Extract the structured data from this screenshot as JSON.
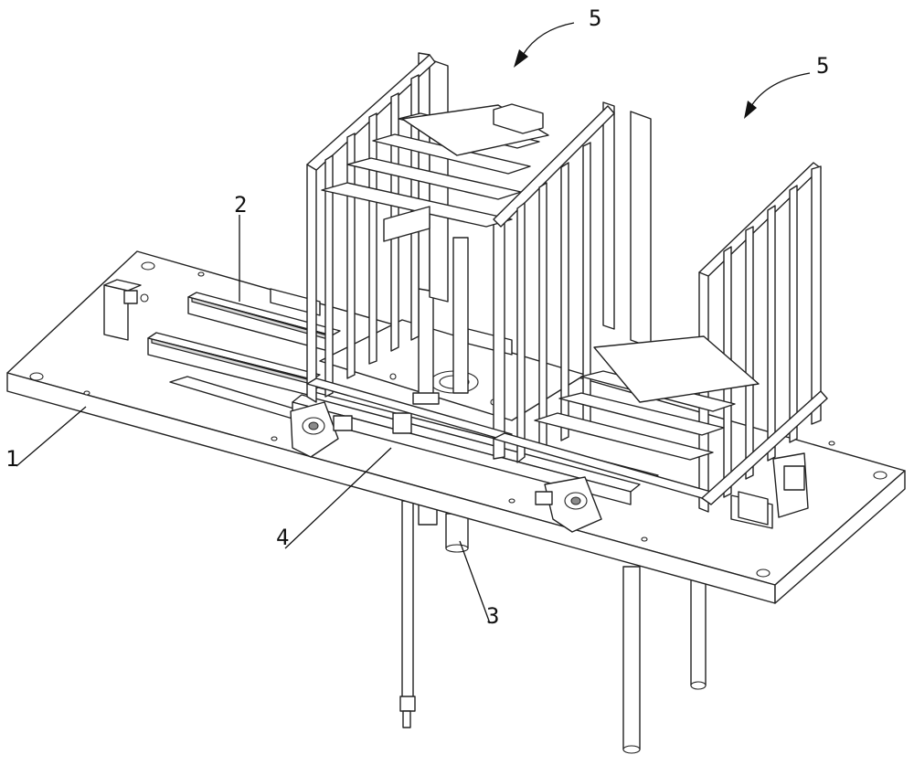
{
  "labels": [
    {
      "id": "base-plate",
      "text": "1"
    },
    {
      "id": "guide-rail",
      "text": "2"
    },
    {
      "id": "lift-cylinder",
      "text": "3"
    },
    {
      "id": "transfer-shaft",
      "text": "4"
    },
    {
      "id": "rack-left",
      "text": "5"
    },
    {
      "id": "rack-right",
      "text": "5"
    }
  ],
  "colors": {
    "line": "#222222",
    "shade": "#d8d8d8",
    "background": "#ffffff"
  }
}
